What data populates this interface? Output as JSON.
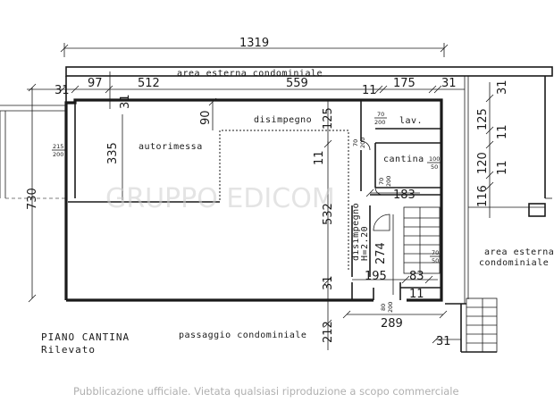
{
  "drawing": {
    "title_line1": "PIANO CANTINA",
    "title_line2": "Rilevato",
    "watermark": "GRUPPO EDICOM",
    "footer": "Pubblicazione ufficiale. Vietata qualsiasi riproduzione a scopo commerciale"
  },
  "areas": {
    "area_top": "area esterna condominiale",
    "area_right_1": "area esterna",
    "area_right_2": "condominiale",
    "passaggio": "passaggio condominiale"
  },
  "rooms": {
    "autorimessa": "autorimessa",
    "disimpegno_top": "disimpegno",
    "lav": "lav.",
    "cantina": "cantina",
    "disimpegno_vert": "disimpegno",
    "height_note": "H=2.20"
  },
  "dimensions": {
    "total_width": "1319",
    "left_31": "31",
    "d97": "97",
    "d512": "512",
    "d559": "559",
    "d11_top": "11",
    "d175": "175",
    "d31_top_right": "31",
    "d31_inner": "31",
    "d90": "90",
    "d125_mid": "125",
    "d335": "335",
    "d730": "730",
    "d11_mid": "11",
    "d532": "532",
    "d183": "183",
    "d274": "274",
    "d195": "195",
    "d83": "83",
    "d11_bottom": "11",
    "d31_bottom_left": "31",
    "d212": "212",
    "d289": "289",
    "d31_bottom": "31",
    "r31": "31",
    "r125": "125",
    "r11_a": "11",
    "r120": "120",
    "r11_b": "11",
    "r116": "116"
  },
  "openings": {
    "o215": "215",
    "o200": "200",
    "o70a": "70",
    "o200a": "200",
    "o70b": "70",
    "o200b": "200",
    "o70c": "70",
    "o200c": "200",
    "o100": "100",
    "o50a": "50",
    "o70d": "70",
    "o50b": "50",
    "o80": "80",
    "o200d": "200"
  }
}
